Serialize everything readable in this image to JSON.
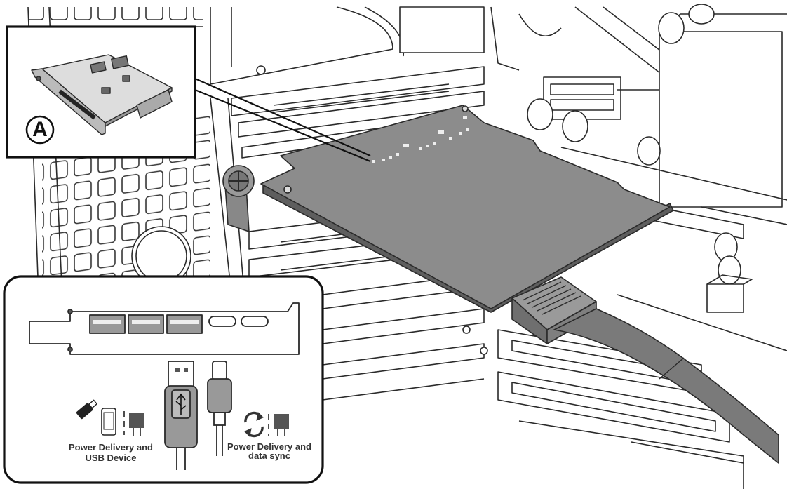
{
  "inset": {
    "letter": "A"
  },
  "legend": {
    "usb_a_caption_line1": "Power Delivery and",
    "usb_a_caption_line2": "USB Device",
    "usb_c_caption_line1": "Power Delivery and",
    "usb_c_caption_line2": "data sync"
  },
  "colors": {
    "card_fill": "#8c8c8c",
    "card_dark": "#5e5e5e",
    "outline": "#2a2a2a",
    "connector_fill": "#9a9a9a",
    "cable_fill": "#7a7a7a",
    "frame_bg": "#ffffff"
  },
  "icons": [
    "usb-stick-icon",
    "smartphone-icon",
    "power-device-icon",
    "sync-arrows-icon",
    "usb-symbol-icon"
  ]
}
